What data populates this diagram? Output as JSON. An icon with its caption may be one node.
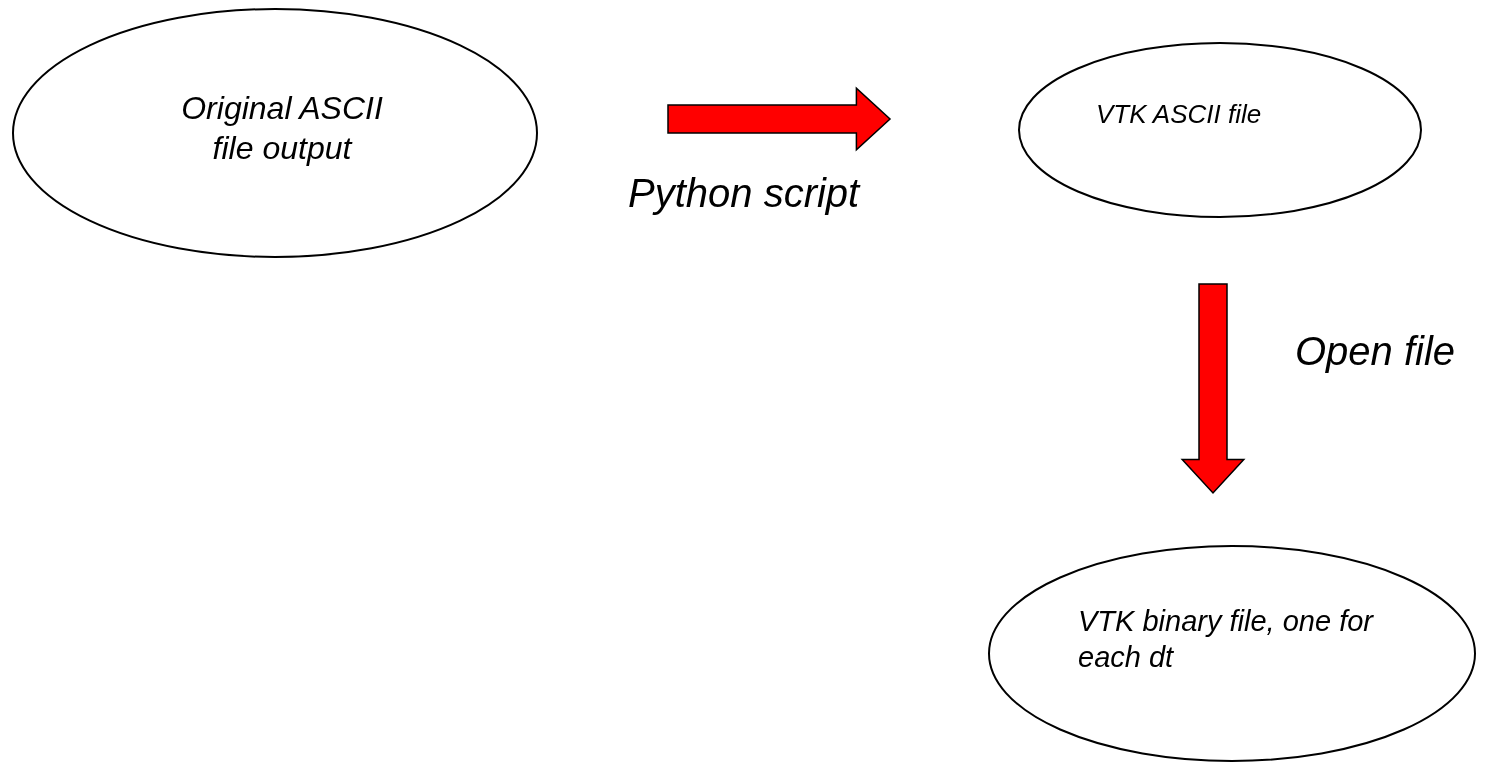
{
  "diagram": {
    "nodes": [
      {
        "text": [
          "Original ASCII file output"
        ]
      },
      {
        "text": [
          "VTK ASCII file"
        ]
      },
      {
        "text": [
          "VTK binary file, one for each dt"
        ]
      }
    ],
    "edges": [
      {
        "from": 0,
        "to": 1,
        "arrow": "to",
        "label": "Python script",
        "style": "thick",
        "color": "#ff0000"
      },
      {
        "from": 1,
        "to": 2,
        "arrow": "to",
        "label": "Open file",
        "style": "thick",
        "color": "#ff0000"
      }
    ]
  }
}
